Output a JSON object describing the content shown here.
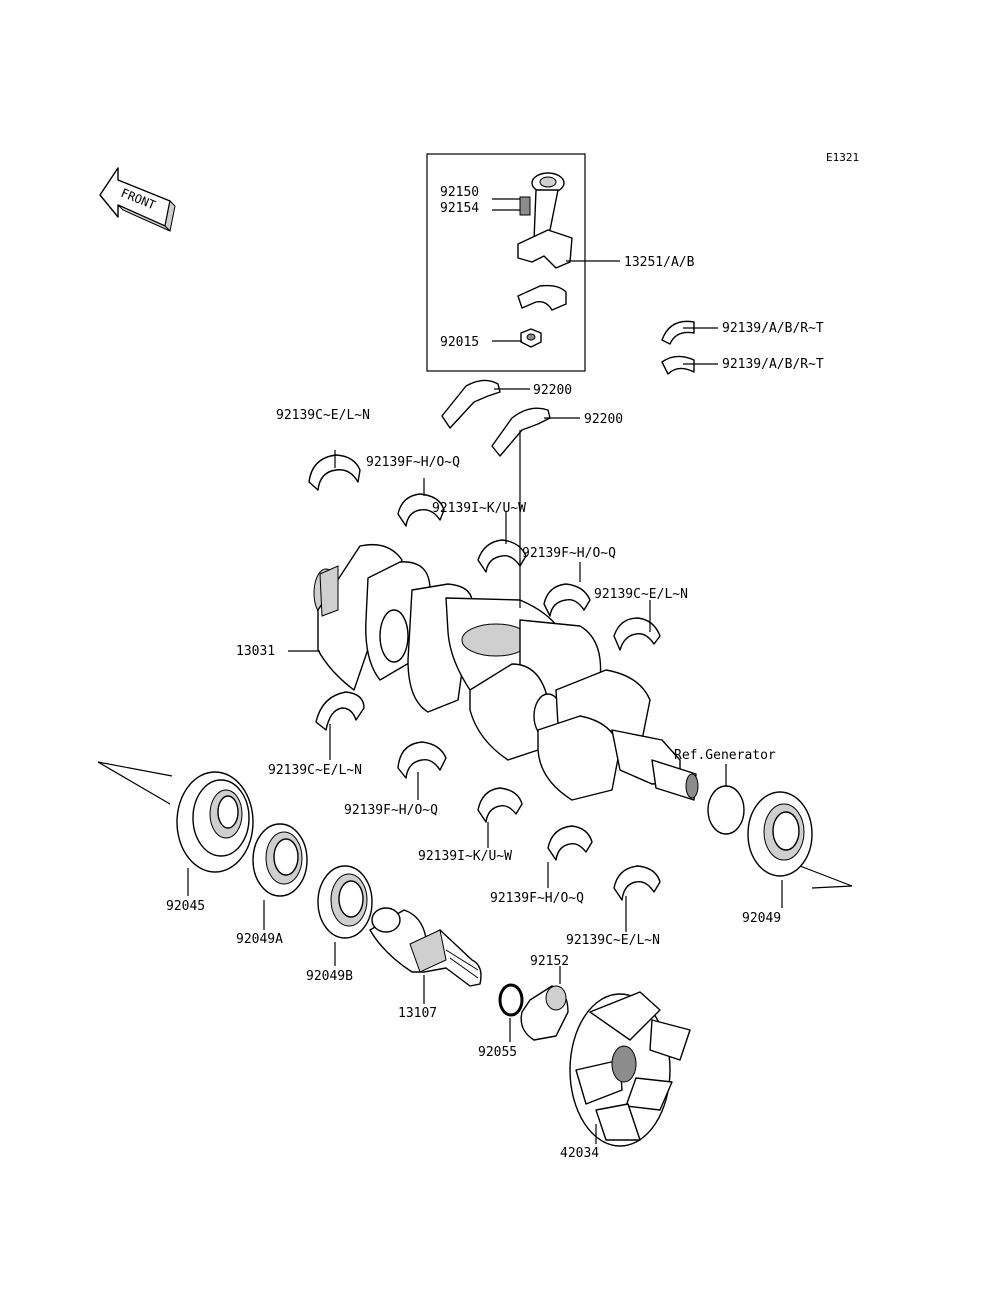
{
  "diagram_code": "E1321",
  "front_label": "FRONT",
  "reference_label": "Ref.Generator",
  "parts": {
    "p92150": "92150",
    "p92154": "92154",
    "p13251": "13251/A/B",
    "p92015": "92015",
    "p92139_art_1": "92139/A/B/R~T",
    "p92139_art_2": "92139/A/B/R~T",
    "p92200_1": "92200",
    "p92200_2": "92200",
    "p92139_cel_top": "92139C~E/L~N",
    "p92139_fho_top": "92139F~H/O~Q",
    "p92139_ikuw_top": "92139I~K/U~W",
    "p92139_fho_mid": "92139F~H/O~Q",
    "p92139_cel_mid": "92139C~E/L~N",
    "p13031": "13031",
    "p92139_cel_low": "92139C~E/L~N",
    "p92139_fho_low": "92139F~H/O~Q",
    "p92139_ikuw_low": "92139I~K/U~W",
    "p92139_fho_low2": "92139F~H/O~Q",
    "p92139_cel_low2": "92139C~E/L~N",
    "p92045": "92045",
    "p92049A": "92049A",
    "p92049B": "92049B",
    "p13107": "13107",
    "p92152": "92152",
    "p92055": "92055",
    "p42034": "42034",
    "p92049": "92049"
  }
}
